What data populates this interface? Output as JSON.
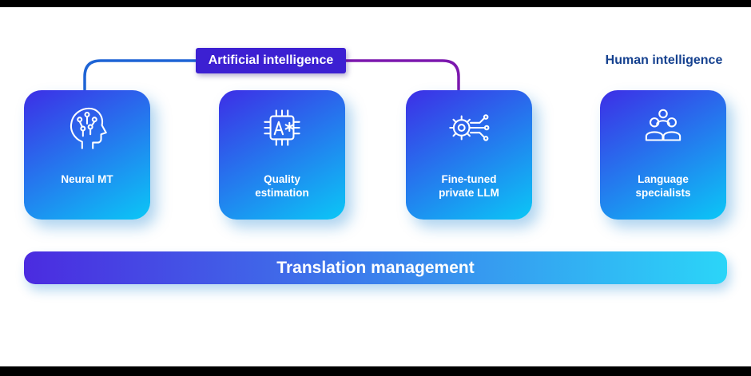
{
  "header": {
    "ai_label": "Artificial intelligence",
    "human_label": "Human intelligence"
  },
  "cards": [
    {
      "label": "Neural MT",
      "icon": "head-circuit-icon"
    },
    {
      "label": "Quality estimation",
      "icon": "translation-chip-icon"
    },
    {
      "label": "Fine-tuned private LLM",
      "icon": "gear-circuit-icon"
    },
    {
      "label": "Language specialists",
      "icon": "people-group-icon"
    }
  ],
  "footer_bar": {
    "label": "Translation management"
  },
  "colors": {
    "card_grad_start": "#3d2ee6",
    "card_grad_end": "#0bc7f6",
    "badge_bg": "#3c20d2",
    "human_text": "#15418f",
    "connector_left": "#1e64d5",
    "connector_right": "#7c18ae",
    "bar_grad_start": "#4b2be0",
    "bar_grad_end": "#2bd5f8",
    "letterbox": "#000000"
  }
}
